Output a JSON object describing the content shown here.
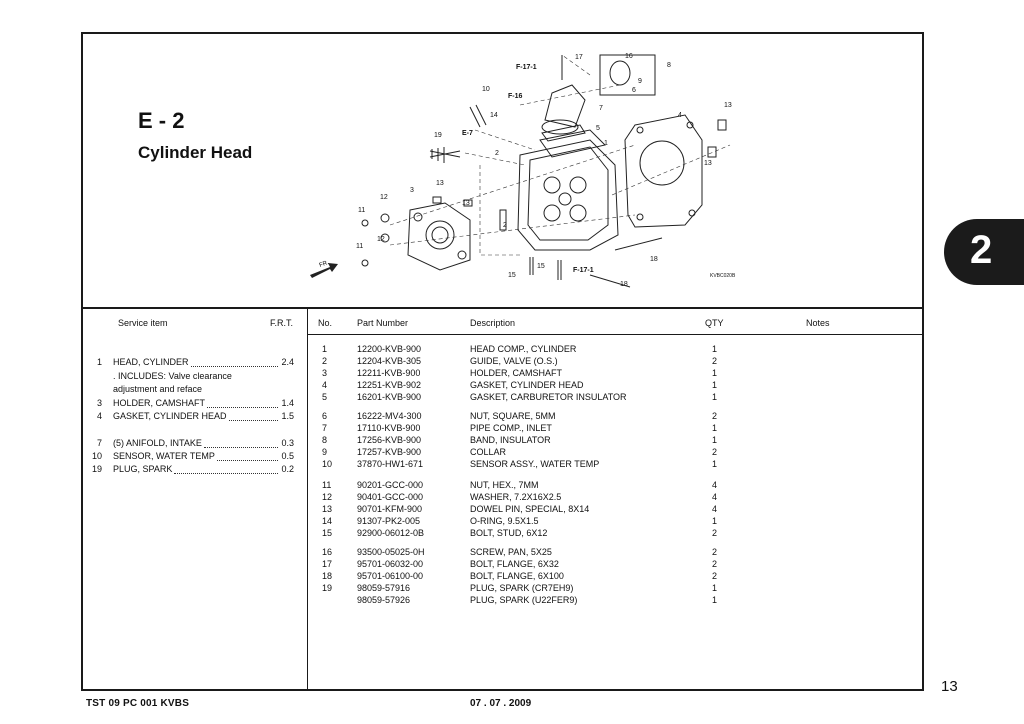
{
  "section": {
    "code": "E - 2",
    "title": "Cylinder Head"
  },
  "tab_number": "2",
  "page_number": "13",
  "footer": {
    "doc_code": "TST 09 PC 001 KVBS",
    "date": "07 . 07 . 2009"
  },
  "diagram": {
    "code": "KVBC020B",
    "refs": {
      "f171_top": "F-17-1",
      "f16": "F-16",
      "e7": "E-7",
      "f171_bottom": "F-17-1"
    },
    "labels": {
      "l17": "17",
      "l16": "16",
      "l8": "8",
      "l9": "9",
      "l6": "6",
      "l10": "10",
      "l14": "14",
      "l7": "7",
      "l5": "5",
      "l4": "4",
      "l13a": "13",
      "l13b": "13",
      "l19": "19",
      "l1": "1",
      "l2a": "2",
      "l13c": "13",
      "l3": "3",
      "l12a": "12",
      "l13d": "13",
      "l11a": "11",
      "l2b": "2",
      "l12b": "12",
      "l11b": "11",
      "l15a": "15",
      "l15b": "15",
      "l18a": "18",
      "l18b": "18"
    }
  },
  "service": {
    "header": {
      "item": "Service item",
      "frt": "F.R.T."
    },
    "rows": [
      {
        "no": "1",
        "desc": "HEAD, CYLINDER",
        "frt": "2.4"
      },
      {
        "no": "",
        "desc": ". INCLUDES: Valve clearance",
        "frt": ""
      },
      {
        "no": "",
        "desc": "adjustment and reface",
        "frt": ""
      },
      {
        "no": "3",
        "desc": "HOLDER, CAMSHAFT",
        "frt": "1.4"
      },
      {
        "no": "4",
        "desc": "GASKET, CYLINDER HEAD",
        "frt": "1.5"
      },
      {
        "no": "7",
        "desc": "(5) ANIFOLD, INTAKE",
        "frt": "0.3"
      },
      {
        "no": "10",
        "desc": "SENSOR, WATER TEMP",
        "frt": "0.5"
      },
      {
        "no": "19",
        "desc": "PLUG, SPARK",
        "frt": "0.2"
      }
    ]
  },
  "parts": {
    "header": {
      "no": "No.",
      "part": "Part Number",
      "desc": "Description",
      "qty": "QTY",
      "notes": "Notes"
    },
    "rows": [
      {
        "no": "1",
        "part": "12200-KVB-900",
        "desc": "HEAD COMP., CYLINDER",
        "qty": "1"
      },
      {
        "no": "2",
        "part": "12204-KVB-305",
        "desc": "GUIDE, VALVE (O.S.)",
        "qty": "2"
      },
      {
        "no": "3",
        "part": "12211-KVB-900",
        "desc": "HOLDER, CAMSHAFT",
        "qty": "1"
      },
      {
        "no": "4",
        "part": "12251-KVB-902",
        "desc": "GASKET, CYLINDER HEAD",
        "qty": "1"
      },
      {
        "no": "5",
        "part": "16201-KVB-900",
        "desc": "GASKET, CARBURETOR INSULATOR",
        "qty": "1"
      },
      {
        "no": "6",
        "part": "16222-MV4-300",
        "desc": "NUT, SQUARE, 5MM",
        "qty": "2"
      },
      {
        "no": "7",
        "part": "17110-KVB-900",
        "desc": "PIPE COMP., INLET",
        "qty": "1"
      },
      {
        "no": "8",
        "part": "17256-KVB-900",
        "desc": "BAND, INSULATOR",
        "qty": "1"
      },
      {
        "no": "9",
        "part": "17257-KVB-900",
        "desc": "COLLAR",
        "qty": "2"
      },
      {
        "no": "10",
        "part": "37870-HW1-671",
        "desc": "SENSOR ASSY., WATER TEMP",
        "qty": "1"
      },
      {
        "no": "11",
        "part": "90201-GCC-000",
        "desc": "NUT, HEX., 7MM",
        "qty": "4"
      },
      {
        "no": "12",
        "part": "90401-GCC-000",
        "desc": "WASHER, 7.2X16X2.5",
        "qty": "4"
      },
      {
        "no": "13",
        "part": "90701-KFM-900",
        "desc": "DOWEL PIN, SPECIAL, 8X14",
        "qty": "4"
      },
      {
        "no": "14",
        "part": "91307-PK2-005",
        "desc": "O-RING, 9.5X1.5",
        "qty": "1"
      },
      {
        "no": "15",
        "part": "92900-06012-0B",
        "desc": "BOLT, STUD, 6X12",
        "qty": "2"
      },
      {
        "no": "16",
        "part": "93500-05025-0H",
        "desc": "SCREW, PAN, 5X25",
        "qty": "2"
      },
      {
        "no": "17",
        "part": "95701-06032-00",
        "desc": "BOLT, FLANGE, 6X32",
        "qty": "2"
      },
      {
        "no": "18",
        "part": "95701-06100-00",
        "desc": "BOLT, FLANGE, 6X100",
        "qty": "2"
      },
      {
        "no": "19",
        "part": "98059-57916",
        "desc": "PLUG, SPARK (CR7EH9)",
        "qty": "1"
      },
      {
        "no": "",
        "part": "98059-57926",
        "desc": "PLUG, SPARK (U22FER9)",
        "qty": "1"
      }
    ]
  }
}
